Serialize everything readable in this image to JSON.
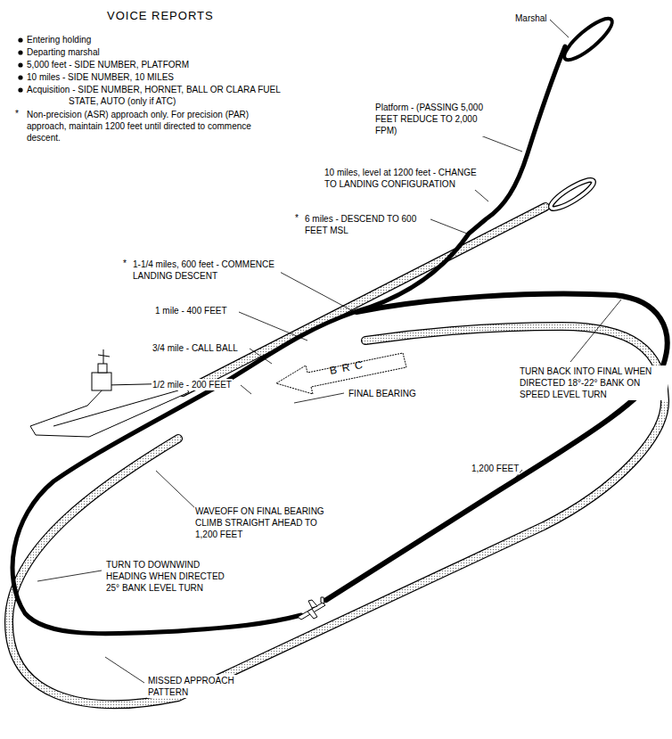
{
  "diagram": {
    "title": "VOICE REPORTS",
    "labels": [
      "Entering holding",
      "Departing marshal",
      "5,000 feet - SIDE NUMBER, PLATFORM",
      "10 miles - SIDE NUMBER, 10 MILES",
      "Acquisition - SIDE NUMBER, HORNET, BALL OR CLARA FUEL STATE, AUTO (only if ATC)",
      "*",
      "Non-precision (ASR) approach only. For precision (PAR) approach, maintain 1200 feet until directed to commence descent.",
      "Marshal",
      "Platform - (PASSING 5,000 FEET REDUCE TO 2,000 FPM)",
      "10 miles, level at 1200 feet - CHANGE TO LANDING CONFIGURATION",
      "*",
      "6 miles - DESCEND TO 600 FEET MSL",
      "*",
      "1-1/4 miles, 600 feet - COMMENCE LANDING DESCENT",
      "1 mile - 400 FEET",
      "3/4 mile - CALL BALL",
      "1/2 mile - 200 FEET",
      "FINAL BEARING",
      "BRC",
      "TURN BACK INTO FINAL WHEN DIRECTED 18°-22° BANK ON SPEED LEVEL TURN",
      "1,200 FEET",
      "WAVEOFF ON FINAL BEARING CLIMB STRAIGHT AHEAD TO 1,200 FEET",
      "TURN TO DOWNWIND HEADING WHEN DIRECTED 25° BANK LEVEL TURN",
      "MISSED APPROACH PATTERN"
    ]
  }
}
